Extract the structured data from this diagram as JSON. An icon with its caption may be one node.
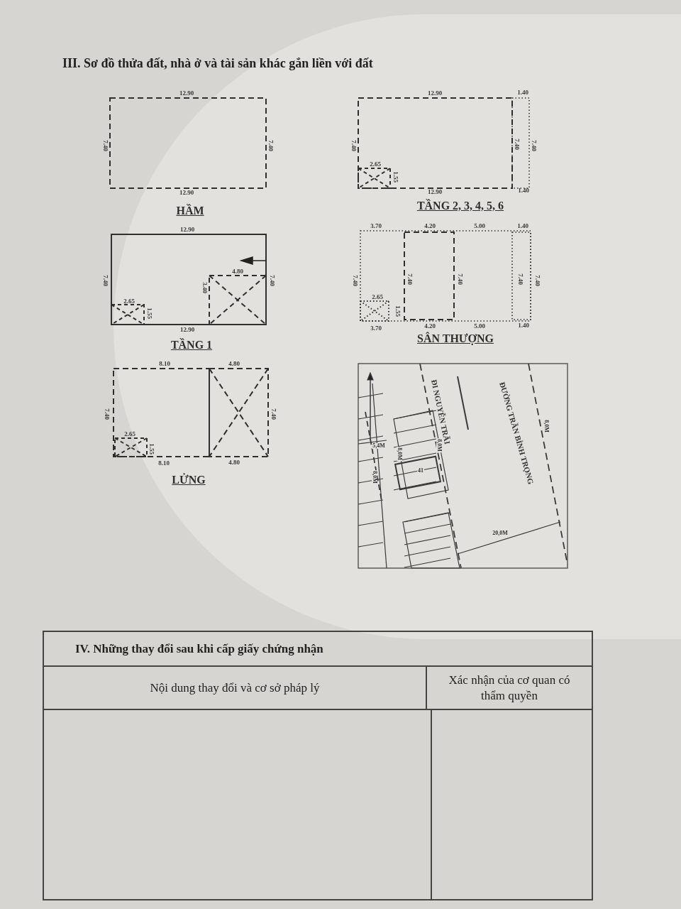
{
  "diagram": {
    "title": "III. Sơ đồ thửa đất, nhà ở và tài sản khác gắn liền với đất",
    "labels": [
      "12.90",
      "7.40",
      "7.40",
      "12.90",
      "HẦM",
      "12.90",
      "1.40",
      "7.40",
      "7.40",
      "7.40",
      "2.65",
      "1.55",
      "12.90",
      "1.40",
      "TẦNG 2, 3, 4, 5, 6",
      "12.90",
      "7.40",
      "7.40",
      "4.80",
      "3.40",
      "2.65",
      "1.55",
      "12.90",
      "TẦNG 1",
      "3.70",
      "4.20",
      "5.00",
      "1.40",
      "7.40",
      "7.40",
      "7.40",
      "7.40",
      "7.40",
      "2.65",
      "1.55",
      "3.70",
      "4.20",
      "5.00",
      "1.40",
      "SÂN THƯỢNG",
      "8.10",
      "4.80",
      "7.40",
      "7.40",
      "2.65",
      "1.55",
      "8.10",
      "4.80",
      "LỬNG",
      "ĐI NGUYỄN TRÃI",
      "ĐƯỜNG TRẦN BÌNH TRỌNG",
      "8,0M",
      "8,0M",
      "8,0M",
      "8,0M",
      "5,4M",
      "41",
      "20,0M",
      "IV. Những thay đổi sau khi cấp giấy chứng nhận",
      "Nội dung thay đổi và cơ sở pháp lý",
      "Xác nhận của cơ quan có thẩm quyền"
    ]
  }
}
